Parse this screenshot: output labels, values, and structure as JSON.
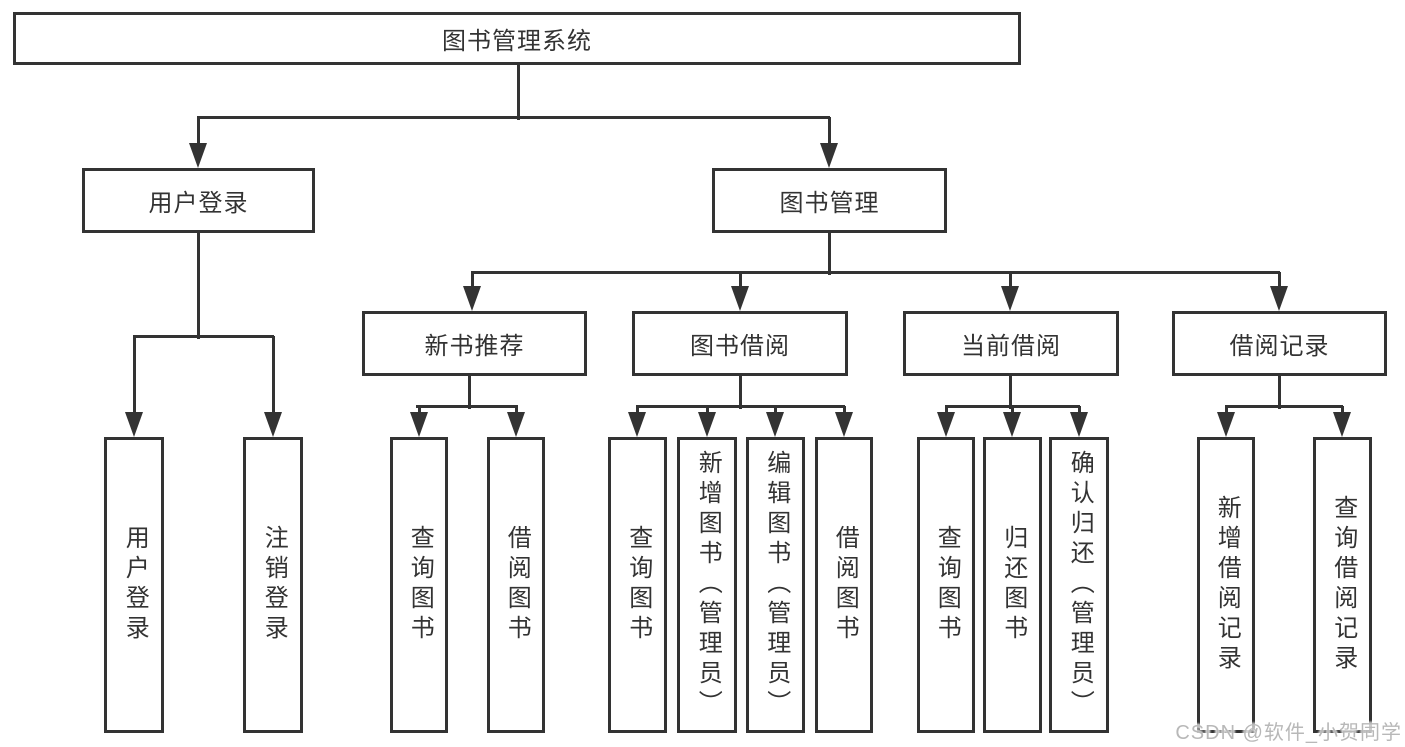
{
  "diagram": {
    "type": "hierarchy-tree",
    "root": {
      "label": "图书管理系统",
      "children": [
        {
          "label": "用户登录",
          "children": [
            {
              "label": "用户登录"
            },
            {
              "label": "注销登录"
            }
          ]
        },
        {
          "label": "图书管理",
          "children": [
            {
              "label": "新书推荐",
              "children": [
                {
                  "label": "查询图书"
                },
                {
                  "label": "借阅图书"
                }
              ]
            },
            {
              "label": "图书借阅",
              "children": [
                {
                  "label": "查询图书"
                },
                {
                  "label": "新增图书（管理员）"
                },
                {
                  "label": "编辑图书（管理员）"
                },
                {
                  "label": "借阅图书"
                }
              ]
            },
            {
              "label": "当前借阅",
              "children": [
                {
                  "label": "查询图书"
                },
                {
                  "label": "归还图书"
                },
                {
                  "label": "确认归还（管理员）"
                }
              ]
            },
            {
              "label": "借阅记录",
              "children": [
                {
                  "label": "新增借阅记录"
                },
                {
                  "label": "查询借阅记录"
                }
              ]
            }
          ]
        }
      ]
    }
  },
  "watermark": {
    "text": "CSDN @软件_小贺同学"
  },
  "colors": {
    "line": "#333333",
    "text": "#333333",
    "watermark_text": "#b8b8b8",
    "background": "#ffffff"
  }
}
